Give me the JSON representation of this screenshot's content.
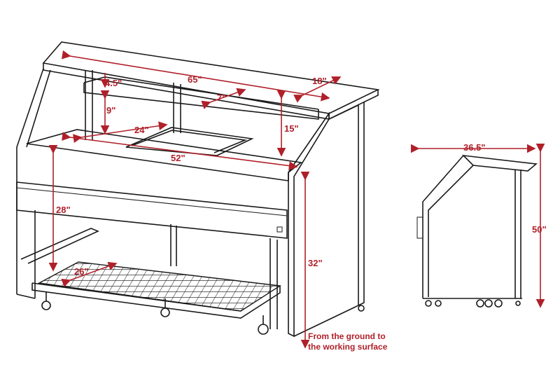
{
  "dimensions": {
    "top_length": "65\"",
    "top_depth": "18\"",
    "back_offset": "4.5\"",
    "shelf_depth": "7\"",
    "shelf_height": "9\"",
    "sink_width": "24\"",
    "tray_height": "15\"",
    "work_length": "52\"",
    "knee_height": "28\"",
    "grid_depth": "26\"",
    "work_height": "32\"",
    "side_depth": "36.5\"",
    "total_height": "50\""
  },
  "note": {
    "line1": "From the ground to",
    "line2": "the working surface"
  },
  "colors": {
    "dimension": "#b0202a",
    "line": "#1a1a1a"
  }
}
